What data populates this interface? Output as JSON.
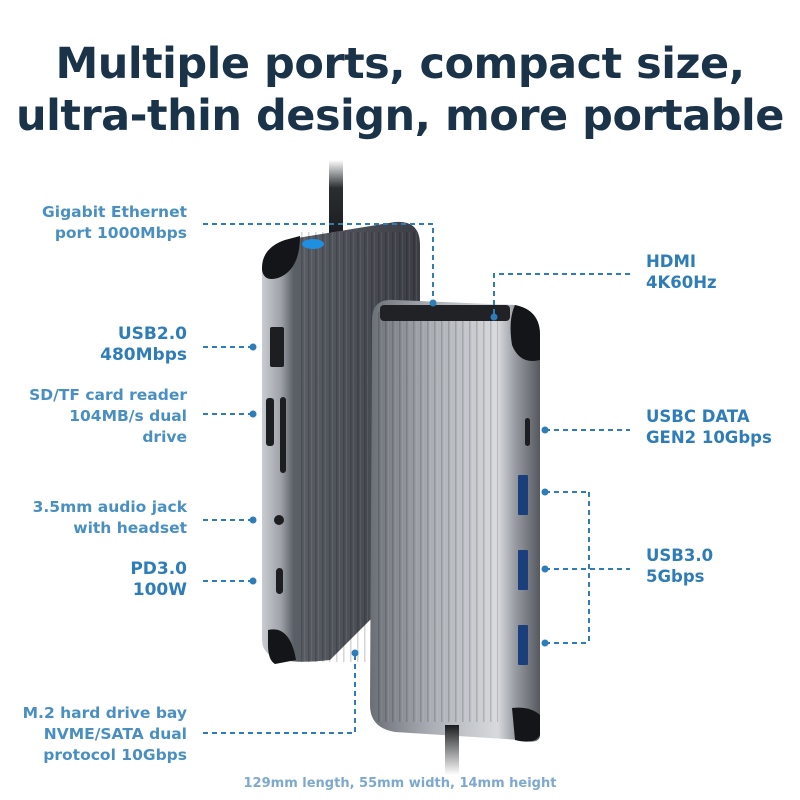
{
  "header": {
    "title_line1": "Multiple ports, compact size,",
    "title_line2": "ultra-thin design, more portable"
  },
  "left_labels": [
    {
      "line1": "Gigabit Ethernet",
      "line2": "port 1000Mbps"
    },
    {
      "line1": "USB2.0",
      "line2": "480Mbps"
    },
    {
      "line1": "SD/TF card reader",
      "line2": "104MB/s dual",
      "line3": "drive"
    },
    {
      "line1": "3.5mm audio jack",
      "line2": "with headset"
    },
    {
      "line1": "PD3.0",
      "line2": "100W"
    },
    {
      "line1": "M.2 hard drive bay",
      "line2": "NVME/SATA dual",
      "line3": "protocol 10Gbps"
    }
  ],
  "right_labels": [
    {
      "line1": "HDMI",
      "line2": "4K60Hz"
    },
    {
      "line1": "USBC DATA",
      "line2": "GEN2 10Gbps"
    },
    {
      "line1": "USB3.0",
      "line2": "5Gbps"
    }
  ],
  "footer": {
    "dimensions": "129mm length, 55mm width, 14mm height"
  },
  "colors": {
    "title": "#1b3349",
    "label": "#4a8fc1",
    "accent": "#2f7db8",
    "caption": "#7ea9cf",
    "leader_line": "#2f7db8"
  }
}
